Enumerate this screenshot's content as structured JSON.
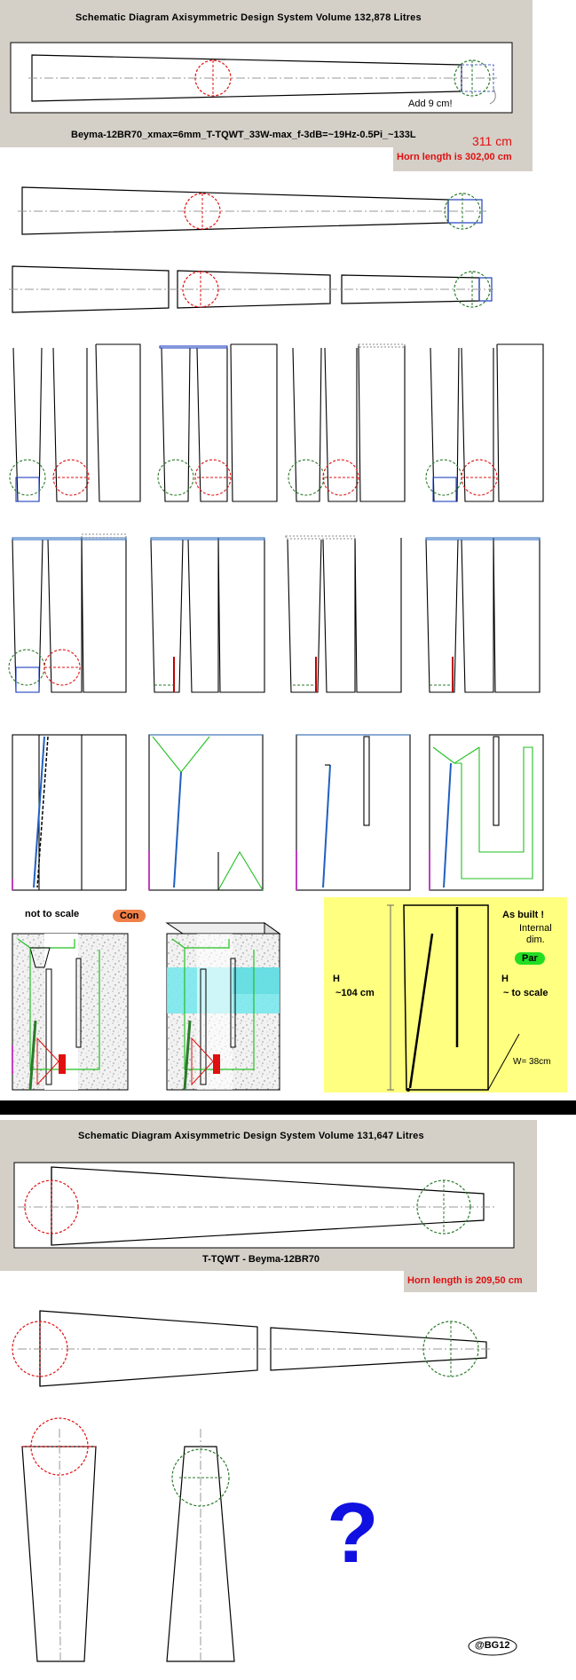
{
  "panel1": {
    "title": "Schematic Diagram   Axisymmetric Design   System Volume 132,878 Litres",
    "add_note": "Add 9 cm!",
    "driver_caption": "Beyma-12BR70_xmax=6mm_T-TQWT_33W-max_f-3dB=~19Hz-0.5Pi_~133L",
    "horn_length_old": "Horn length is 302,00 cm",
    "horn_length_new": "311 cm"
  },
  "build": {
    "not_to_scale": "not to scale",
    "con_badge": "Con",
    "as_built": "As built !",
    "internal_dim": "Internal\ndim.",
    "par_badge": "Par",
    "height_label": "H",
    "height_value": "~104 cm",
    "to_scale_h": "H",
    "to_scale": "~ to scale",
    "width_label": "W= 38cm"
  },
  "panel2": {
    "title": "Schematic Diagram   Axisymmetric Design   System Volume 131,647 Litres",
    "caption": "T-TQWT - Beyma-12BR70",
    "horn_length": "Horn length is 209,50 cm"
  },
  "question_mark": "?",
  "signature": "@BG12",
  "colors": {
    "panel_bg": "#d4d0c8",
    "red": "#e01010",
    "green_circle": "#2a7a2a",
    "blue": "#2040c0",
    "green_line": "#22c022",
    "yellow_bg": "#ffff80",
    "cyan": "#7ae8ec",
    "orange_badge": "#f08048",
    "green_badge": "#22dd22",
    "question": "#1010e0"
  }
}
